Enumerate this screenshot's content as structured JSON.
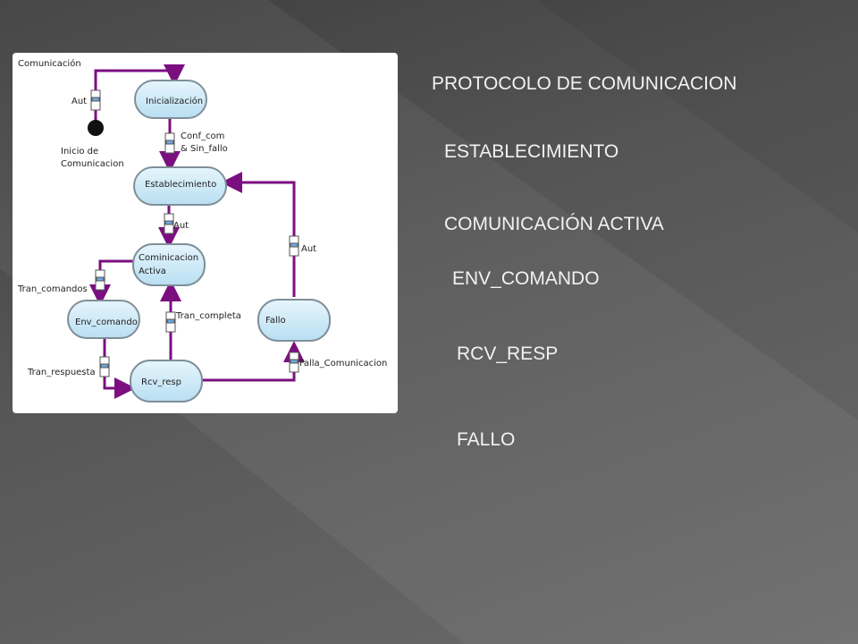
{
  "slide": {
    "title": "PROTOCOLO DE COMUNICACION",
    "items": [
      "ESTABLECIMIENTO",
      "COMUNICACIÓN ACTIVA",
      "ENV_COMANDO",
      "RCV_RESP",
      "FALLO"
    ]
  },
  "diagram": {
    "name": "Comunicación",
    "initial_label": "Inicio de\nComunicacion",
    "states": {
      "inicializacion": "Inicialización",
      "establecimiento": "Establecimiento",
      "activa_line1": "Cominicacion",
      "activa_line2": "Activa",
      "env": "Env_comando",
      "rcv": "Rcv_resp",
      "fallo": "Fallo"
    },
    "transitions": {
      "aut_init": "Aut",
      "conf_line1": "Conf_com",
      "conf_line2": "& Sin_fallo",
      "aut_est": "Aut",
      "aut_fallo": "Aut",
      "tran_comandos": "Tran_comandos",
      "tran_completa": "Tran_completa",
      "tran_respuesta": "Tran_respuesta",
      "falla": "Falla_Comunicacion"
    },
    "initial_label_1": "Inicio de",
    "initial_label_2": "Comunicacion"
  },
  "colors": {
    "arrow": "#7b0f80",
    "state_fill": "#cfeaf7",
    "state_border": "#7f8f99"
  }
}
